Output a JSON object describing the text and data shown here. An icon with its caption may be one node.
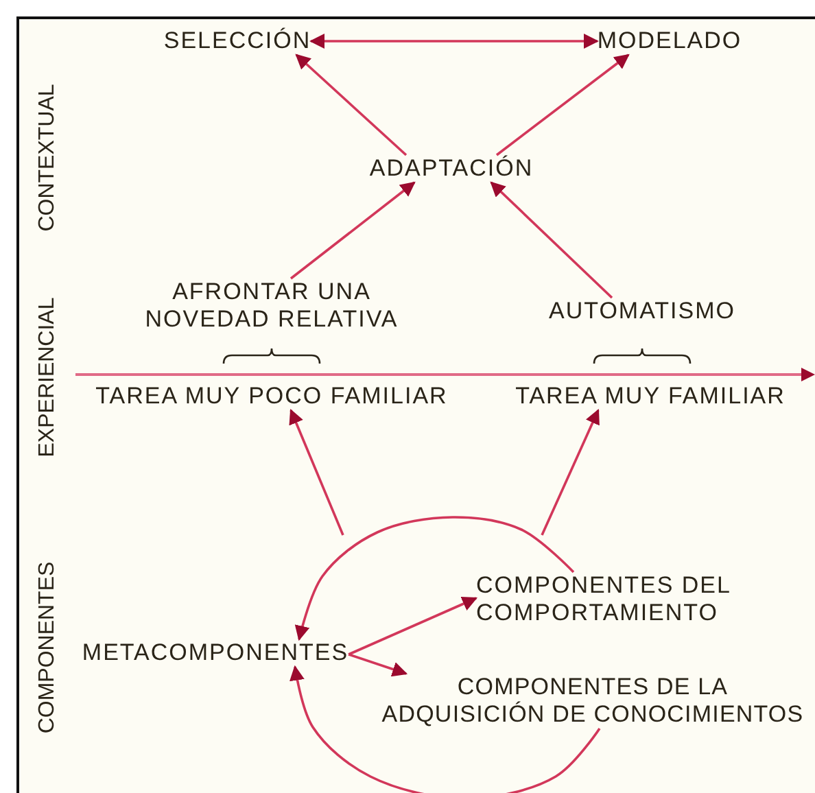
{
  "diagram": {
    "nodes": [
      {
        "text": [
          "SELECCIÓN"
        ]
      },
      {
        "text": [
          "MODELADO"
        ]
      },
      {
        "text": [
          "ADAPTACIÓN"
        ]
      },
      {
        "text": [
          "AFRONTAR UNA NOVEDAD RELATIVA"
        ]
      },
      {
        "text": [
          "AUTOMATISMO"
        ]
      },
      {
        "text": [
          "TAREA MUY POCO FAMILIAR"
        ]
      },
      {
        "text": [
          "TAREA MUY FAMILIAR"
        ]
      },
      {
        "text": [
          "METACOMPONENTES"
        ]
      },
      {
        "text": [
          "COMPONENTES DEL COMPORTAMIENTO"
        ]
      },
      {
        "text": [
          "COMPONENTES DE LA ADQUISICIÓN DE CONOCIMIENTOS"
        ]
      }
    ],
    "edges": [
      {
        "from": 0,
        "to": 1,
        "arrow": "both"
      },
      {
        "from": 2,
        "to": 0,
        "arrow": "to"
      },
      {
        "from": 2,
        "to": 1,
        "arrow": "to"
      },
      {
        "from": 3,
        "to": 2,
        "arrow": "to"
      },
      {
        "from": 4,
        "to": 2,
        "arrow": "to"
      },
      {
        "from": null,
        "to": 5,
        "arrow": "to"
      },
      {
        "from": null,
        "to": 6,
        "arrow": "to"
      },
      {
        "from": 8,
        "to": 7,
        "arrow": "to"
      },
      {
        "from": 9,
        "to": 7,
        "arrow": "to"
      },
      {
        "from": 7,
        "to": 8,
        "arrow": "to"
      },
      {
        "from": 7,
        "to": 9,
        "arrow": "to"
      }
    ],
    "labels": [
      "CONTEXTUAL",
      "EXPERIENCIAL",
      "COMPONENTES"
    ]
  }
}
